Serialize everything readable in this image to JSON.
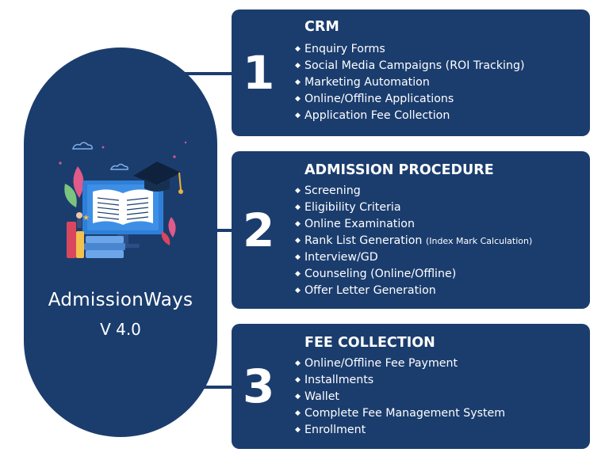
{
  "product": {
    "name": "AdmissionWays",
    "version": "V 4.0"
  },
  "colors": {
    "primary": "#1b3d6e",
    "text": "#ffffff"
  },
  "sections": [
    {
      "number": "1",
      "title": "CRM",
      "items": [
        {
          "text": "Enquiry Forms"
        },
        {
          "text": "Social Media Campaigns (ROI Tracking)"
        },
        {
          "text": "Marketing Automation"
        },
        {
          "text": "Online/Offline Applications"
        },
        {
          "text": "Application Fee Collection"
        }
      ]
    },
    {
      "number": "2",
      "title": "ADMISSION PROCEDURE",
      "items": [
        {
          "text": "Screening"
        },
        {
          "text": "Eligibility Criteria"
        },
        {
          "text": "Online Examination"
        },
        {
          "text": "Rank List Generation",
          "note": "(Index Mark Calculation)"
        },
        {
          "text": "Interview/GD"
        },
        {
          "text": "Counseling (Online/Offline)"
        },
        {
          "text": "Offer Letter Generation"
        }
      ]
    },
    {
      "number": "3",
      "title": "FEE COLLECTION",
      "items": [
        {
          "text": "Online/Offline Fee Payment"
        },
        {
          "text": "Installments"
        },
        {
          "text": "Wallet"
        },
        {
          "text": "Complete Fee Management System"
        },
        {
          "text": "Enrollment"
        }
      ]
    }
  ]
}
